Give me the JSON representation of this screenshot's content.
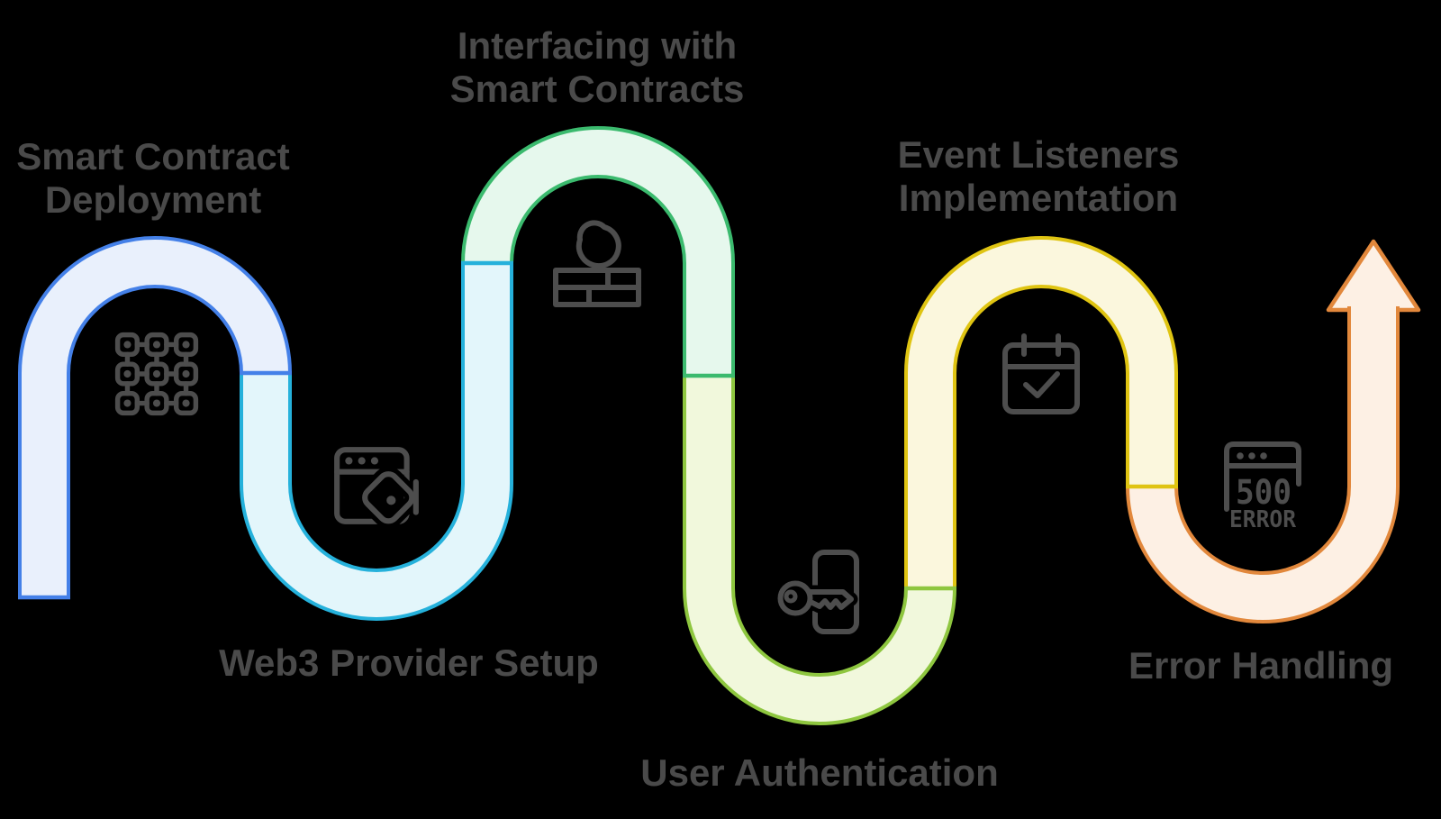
{
  "page": {
    "background": "#000000"
  },
  "diagram": {
    "text_color": "#4a4a4a",
    "icon_color": "#4d4d4d",
    "steps": [
      {
        "label_lines": [
          "Smart Contract",
          "Deployment"
        ],
        "icon": "blockchain-grid-icon",
        "stroke": "#4480e8",
        "fill": "#e9f0fc"
      },
      {
        "label_lines": [
          "Web3 Provider Setup"
        ],
        "icon": "browser-tag-icon",
        "stroke": "#25b1db",
        "fill": "#e3f6fb"
      },
      {
        "label_lines": [
          "Interfacing with",
          "Smart Contracts"
        ],
        "icon": "firewall-moon-icon",
        "stroke": "#3bba6e",
        "fill": "#e6f8ed"
      },
      {
        "label_lines": [
          "User Authentication"
        ],
        "icon": "key-phone-icon",
        "stroke": "#8ec63f",
        "fill": "#f1f8dc"
      },
      {
        "label_lines": [
          "Event Listeners",
          "Implementation"
        ],
        "icon": "calendar-check-icon",
        "stroke": "#dfc412",
        "fill": "#fbf7dd"
      },
      {
        "label_lines": [
          "Error Handling"
        ],
        "icon": "error-500-icon",
        "stroke": "#e2883c",
        "fill": "#fdf0e4"
      }
    ],
    "error_icon": {
      "code": "500",
      "word": "ERROR"
    }
  }
}
